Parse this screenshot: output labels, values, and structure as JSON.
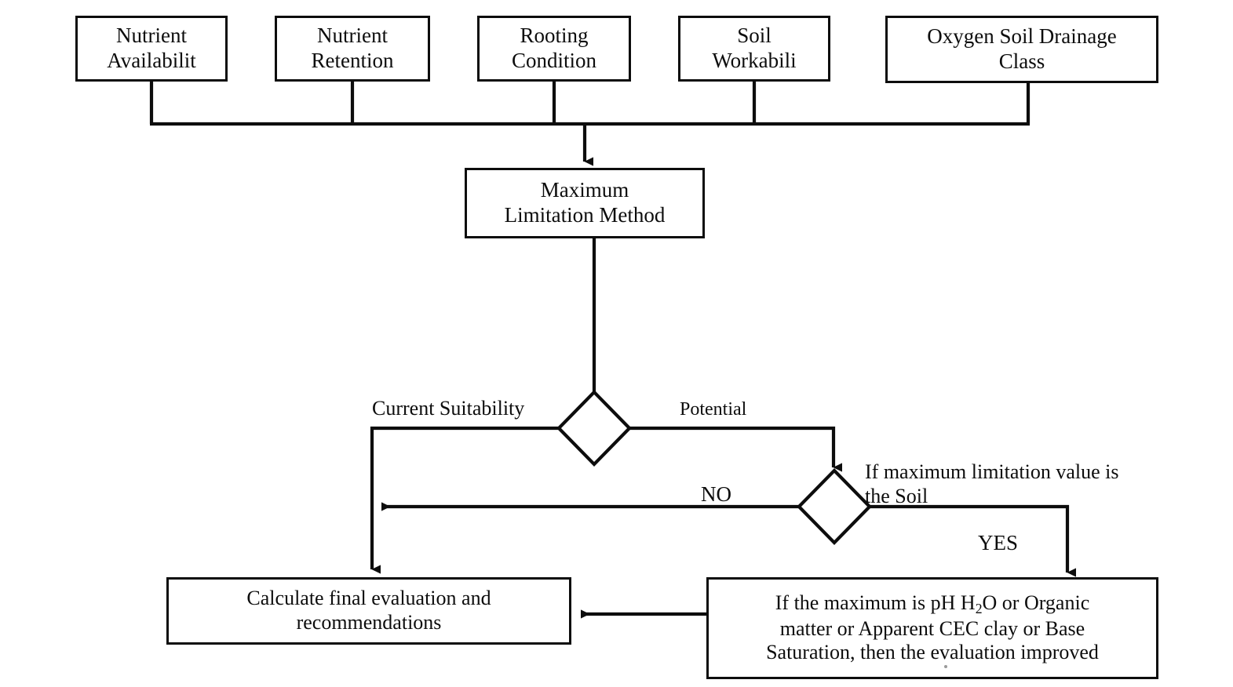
{
  "diagram": {
    "title": "Soil suitability evaluation flowchart",
    "colors": {
      "stroke": "#0d0d0d",
      "fill": "#ffffff",
      "background": "#ffffff"
    },
    "inputs": [
      {
        "id": "nutrient-availability",
        "label": "Nutrient\nAvailabilit"
      },
      {
        "id": "nutrient-retention",
        "label": "Nutrient\nRetention"
      },
      {
        "id": "rooting-condition",
        "label": "Rooting\nCondition"
      },
      {
        "id": "soil-workability",
        "label": "Soil\nWorkabili"
      },
      {
        "id": "oxygen-soil-drainage",
        "label": "Oxygen Soil Drainage\nClass"
      }
    ],
    "process": {
      "id": "maximum-limitation-method",
      "label": "Maximum\nLimitation Method"
    },
    "decisions": [
      {
        "id": "suitability-branch",
        "label": ""
      },
      {
        "id": "soil-limitation-check",
        "label": ""
      }
    ],
    "outputs": [
      {
        "id": "calculate-final-evaluation",
        "label": "Calculate final evaluation and\nrecommendations"
      },
      {
        "id": "evaluation-improved",
        "line1_pre": "If the maximum is  pH H",
        "line1_sub": "2",
        "line1_post": "O  or  Organic",
        "line2": "matter or Apparent CEC clay or Base",
        "line3": "Saturation, then the evaluation improved"
      }
    ],
    "edge_labels": {
      "current_suitability": "Current Suitability",
      "potential": "Potential",
      "no": "NO",
      "yes": "YES",
      "if_maximum_limitation": "If maximum limitation value is\nthe Soil"
    }
  }
}
